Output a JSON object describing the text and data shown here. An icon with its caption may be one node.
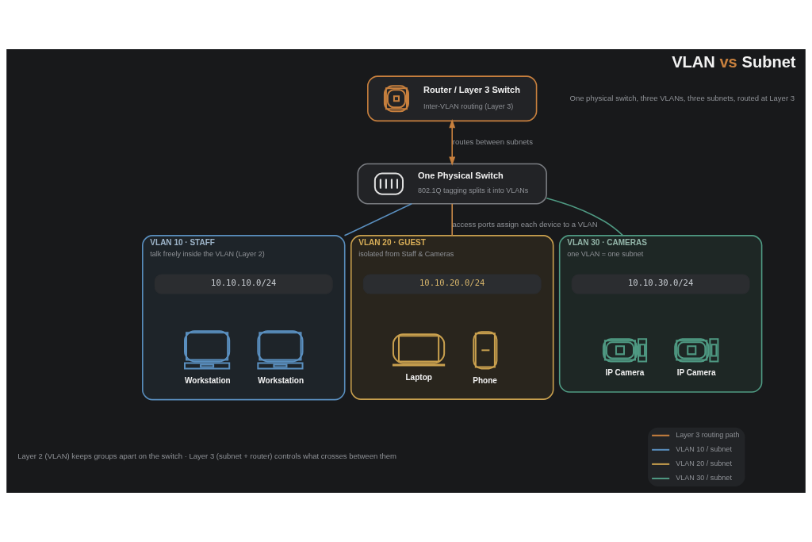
{
  "diagram": {
    "title": "VLAN vs Subnet",
    "caption": "Layer 2 (VLAN) keeps groups apart on the switch · Layer 3 (subnet + router) controls what crosses between them",
    "nodes": [
      {
        "text": [
          "Router / Layer 3 Switch",
          "Inter-VLAN routing (Layer 3)"
        ]
      },
      {
        "text": [
          "One Physical Switch",
          "802.1Q tagging splits it into VLANs"
        ]
      },
      {
        "text": [
          "VLAN 10 · STAFF",
          "talk freely inside the VLAN (Layer 2)"
        ]
      },
      {
        "text": [
          "10.10.10.0/24"
        ],
        "in": 2
      },
      {
        "text": [
          "Workstation"
        ],
        "in": 2
      },
      {
        "text": [
          "Workstation"
        ],
        "in": 2
      },
      {
        "text": [
          "VLAN 20 · GUEST",
          "isolated from Staff & Cameras"
        ]
      },
      {
        "text": [
          "10.10.20.0/24"
        ],
        "in": 6
      },
      {
        "text": [
          "Laptop"
        ],
        "in": 6
      },
      {
        "text": [
          "Phone"
        ],
        "in": 6
      },
      {
        "text": [
          "VLAN 30 · CAMERAS",
          "one VLAN = one subnet"
        ]
      },
      {
        "text": [
          "10.10.30.0/24"
        ],
        "in": 10
      },
      {
        "text": [
          "IP Camera"
        ],
        "in": 10
      },
      {
        "text": [
          "IP Camera"
        ],
        "in": 10
      }
    ],
    "edges": [
      {
        "from": 0,
        "to": 1,
        "arrow": "both",
        "label": "routes between subnets",
        "color": "#c8803e"
      },
      {
        "from": 1,
        "to": 2,
        "arrow": "none",
        "color": "#5a8fbf"
      },
      {
        "from": 1,
        "to": 6,
        "arrow": "none",
        "label": "access ports assign each device to a VLAN",
        "color": "#c98a48"
      },
      {
        "from": 1,
        "to": 10,
        "arrow": "none",
        "color": "#4f9a83"
      }
    ],
    "labels": [
      "One physical switch, three VLANs, three subnets, routed at Layer 3"
    ],
    "legend": [
      {
        "text": "Layer 3 routing path"
      },
      {
        "text": "VLAN 10 / subnet"
      },
      {
        "text": "VLAN 20 / subnet"
      },
      {
        "text": "VLAN 30 / subnet"
      }
    ]
  }
}
